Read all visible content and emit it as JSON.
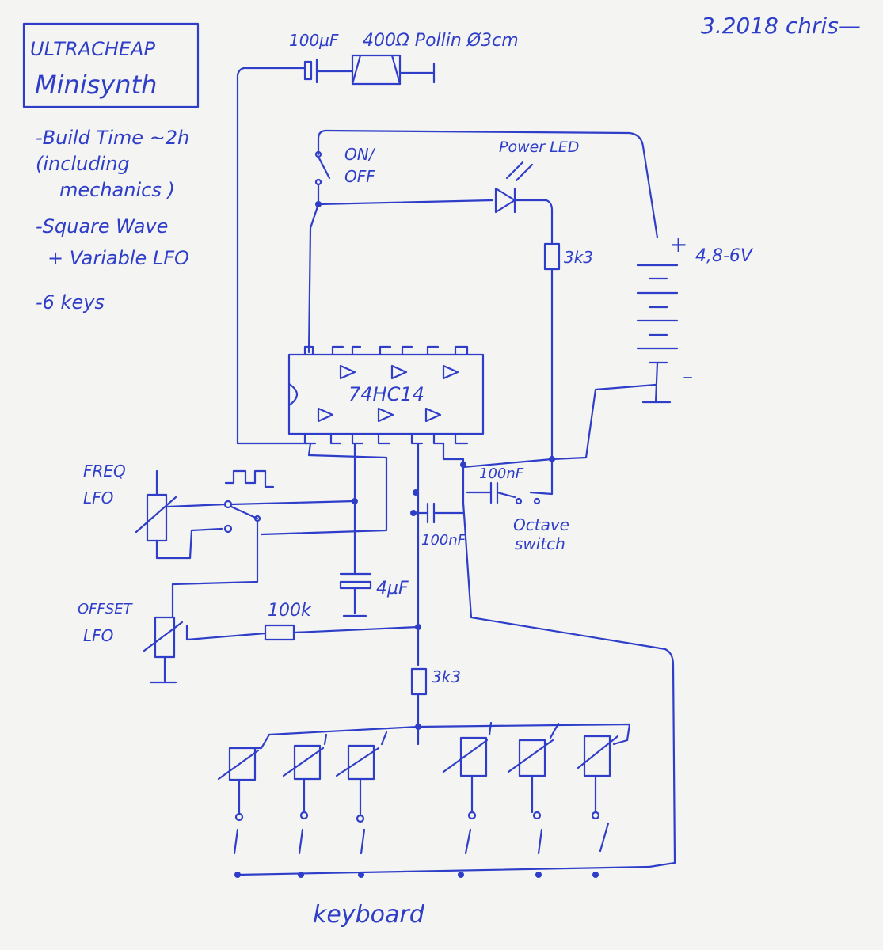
{
  "ink_color": "#2f3ec9",
  "paper_color": "#f4f4f2",
  "title": {
    "line1": "ULTRACHEAP",
    "line2": "Minisynth"
  },
  "date_author": "3.2018 chris—",
  "notes": {
    "build_time_1": "-Build Time ~2h",
    "build_time_2": "(including",
    "build_time_3": "mechanics )",
    "waveform_1": "-Square Wave",
    "waveform_2": "+ Variable LFO",
    "keys": "-6 keys"
  },
  "labels": {
    "cap_out": "100µF",
    "speaker": "400Ω Pollin Ø3cm",
    "on_off_1": "ON/",
    "on_off_2": "OFF",
    "power_led": "Power LED",
    "r_led": "3k3",
    "battery_plus": "+",
    "battery_voltage": "4,8-6V",
    "battery_minus": "–",
    "ic": "74HC14",
    "freq_lfo_1": "FREQ",
    "freq_lfo_2": "LFO",
    "cap_octave": "100nF",
    "octave_switch_1": "Octave",
    "octave_switch_2": "switch",
    "cap_main": "100nF",
    "cap_lfo": "4µF",
    "offset_lfo_1": "OFFSET",
    "offset_lfo_2": "LFO",
    "r_offset": "100k",
    "r_keys": "3k3",
    "keyboard": "keyboard"
  }
}
